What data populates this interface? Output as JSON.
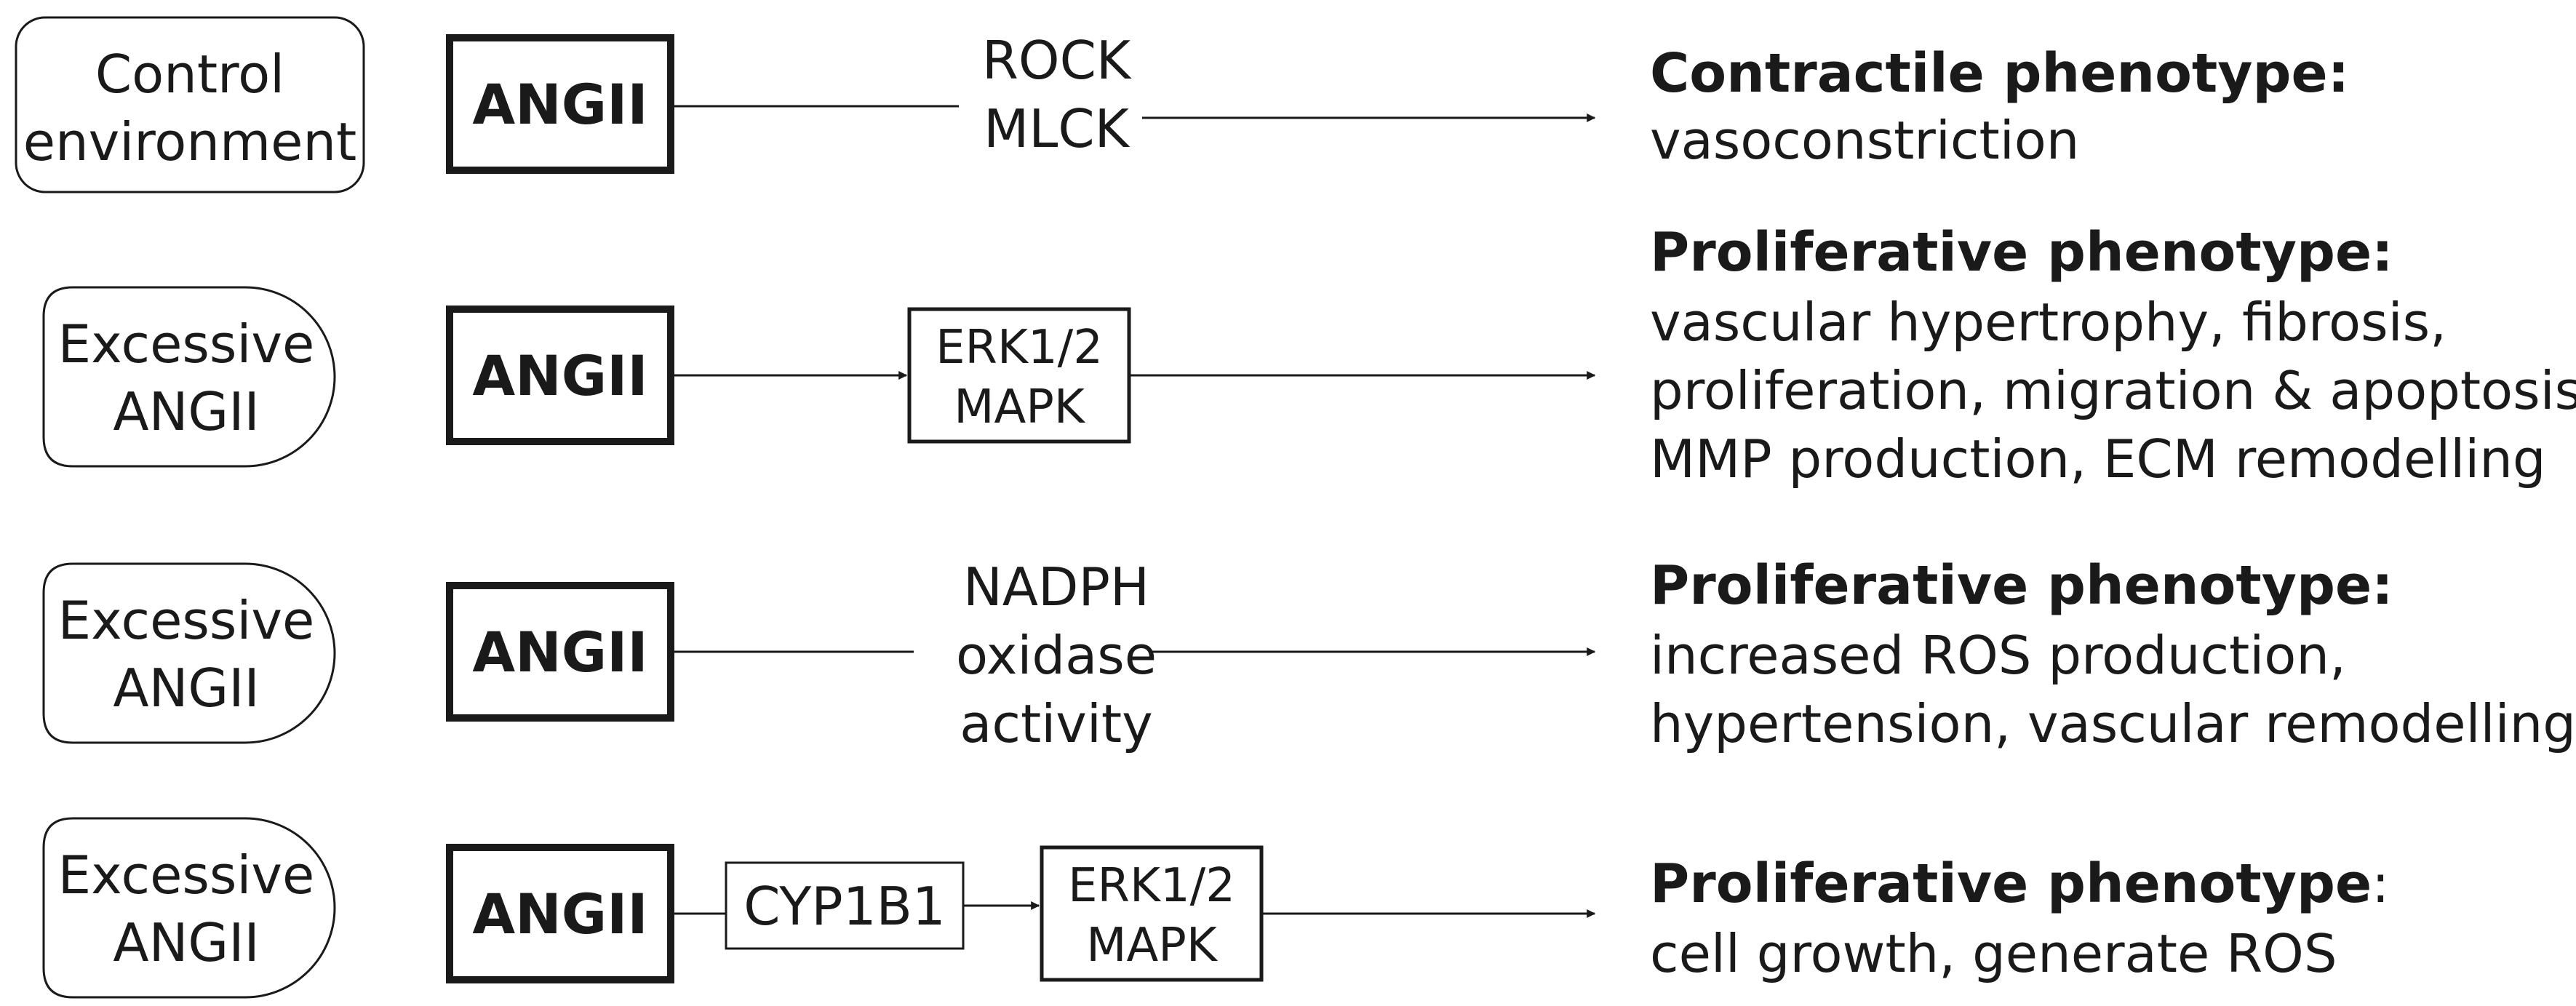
{
  "rows": [
    {
      "condition": [
        "Control",
        "environment"
      ],
      "source": "ANGII",
      "mediator_text": [
        "ROCK",
        "MLCK"
      ],
      "outcome_title": "Contractile phenotype:",
      "outcome_lines": [
        "vasoconstriction"
      ]
    },
    {
      "condition": [
        "Excessive",
        "ANGII"
      ],
      "source": "ANGII",
      "mediator_box": [
        "ERK1/2",
        "MAPK"
      ],
      "outcome_title": "Proliferative phenotype:",
      "outcome_lines": [
        "vascular hypertrophy, fibrosis,",
        "proliferation, migration & apoptosis,",
        "MMP production, ECM remodelling"
      ]
    },
    {
      "condition": [
        "Excessive",
        "ANGII"
      ],
      "source": "ANGII",
      "mediator_text": [
        "NADPH",
        "oxidase",
        "activity"
      ],
      "outcome_title": "Proliferative phenotype:",
      "outcome_lines": [
        "increased ROS production,",
        "hypertension, vascular remodelling"
      ]
    },
    {
      "condition": [
        "Excessive",
        "ANGII"
      ],
      "source": "ANGII",
      "intermediate_box": "CYP1B1",
      "mediator_box": [
        "ERK1/2",
        "MAPK"
      ],
      "outcome_title": "Proliferative phenotype",
      "outcome_title_suffix": ":",
      "outcome_lines": [
        "cell growth, generate ROS"
      ]
    }
  ]
}
